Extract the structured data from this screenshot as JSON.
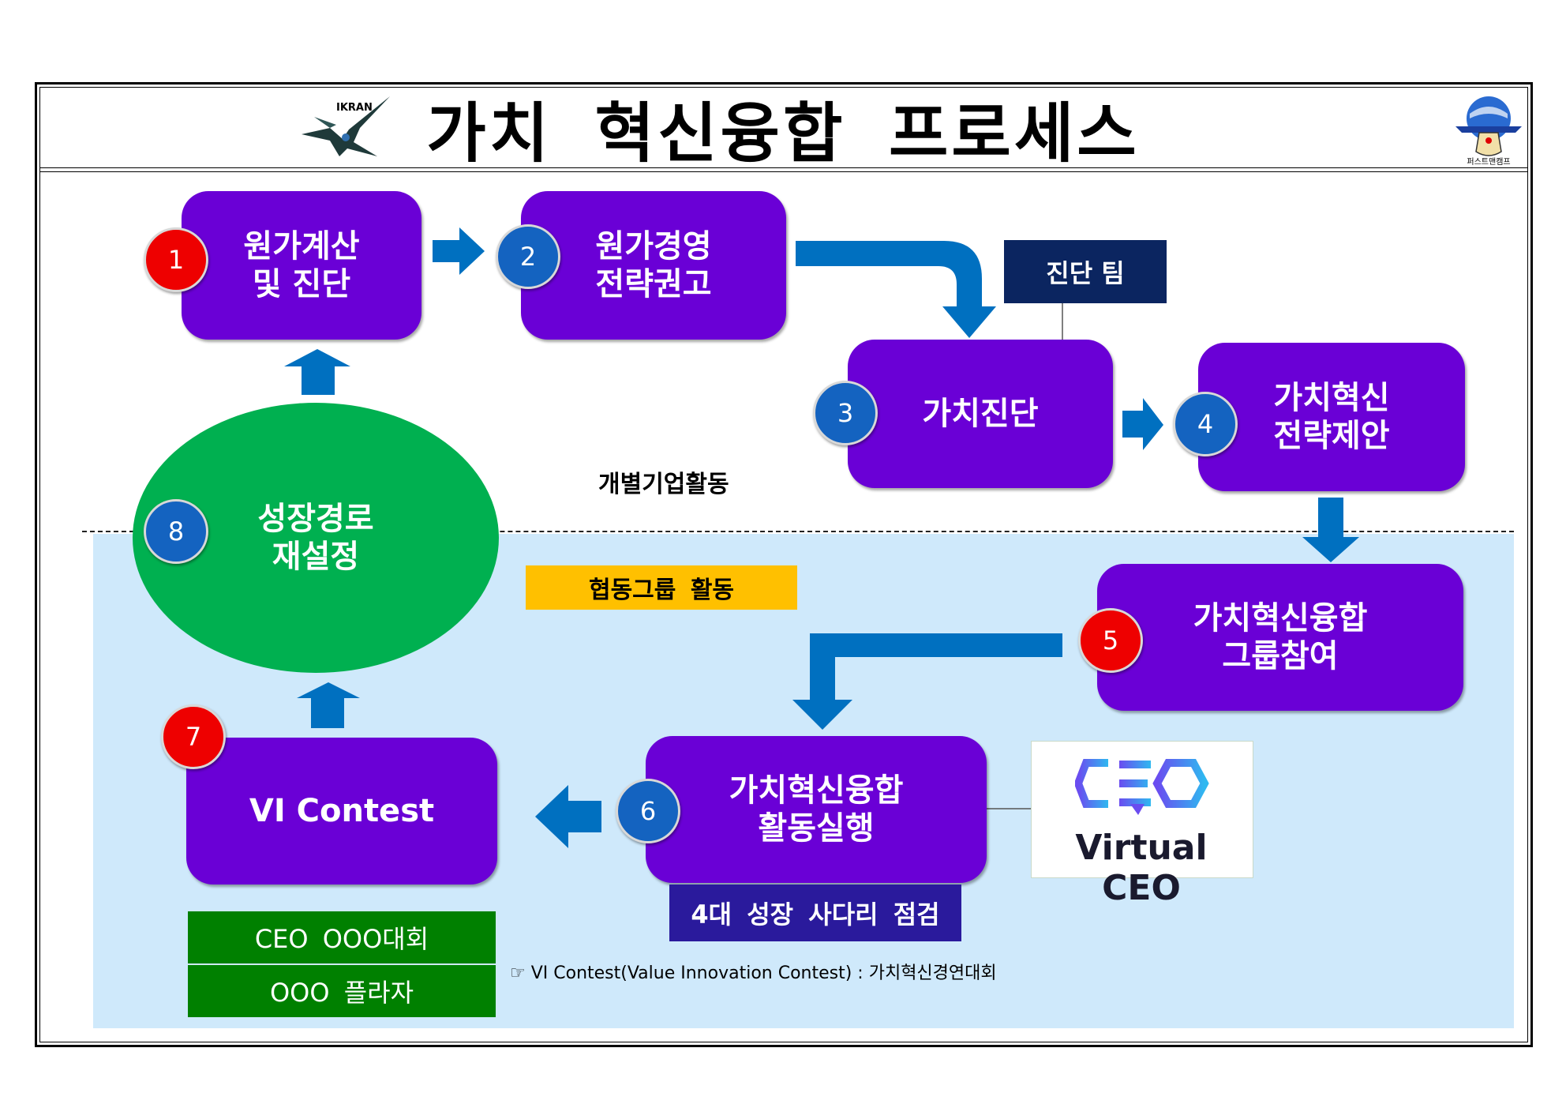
{
  "title": "가치 혁신융합 프로세스",
  "logo_left_text": "IKRAN",
  "logo_right_text": "퍼스트맨캠프",
  "steps": [
    {
      "number": "1",
      "label": "원가계산\n및 진단",
      "badge_color": "#ee0000"
    },
    {
      "number": "2",
      "label": "원가경영\n전략권고",
      "badge_color": "#1463c0"
    },
    {
      "number": "3",
      "label": "가치진단",
      "badge_color": "#1463c0"
    },
    {
      "number": "4",
      "label": "가치혁신\n전략제안",
      "badge_color": "#1463c0"
    },
    {
      "number": "5",
      "label": "가치혁신융합\n그룹참여",
      "badge_color": "#ee0000"
    },
    {
      "number": "6",
      "label": "가치혁신융합\n활동실행",
      "badge_color": "#1463c0"
    },
    {
      "number": "7",
      "label": "VI  Contest",
      "badge_color": "#ee0000"
    },
    {
      "number": "8",
      "label": "성장경로\n재설정",
      "badge_color": "#1463c0"
    }
  ],
  "labels": {
    "diagnosis_team": "진단 팀",
    "individual_activity": "개별기업활동",
    "group_activity": "협동그룹 활동",
    "growth_check": "4대 성장 사다리 점검",
    "contest_award": "CEO OOO대회",
    "platform": "OOO 플라자",
    "virtual_ceo": "Virtual CEO"
  },
  "note": "☞ VI Contest(Value Innovation Contest) : 가치혁신경연대회",
  "colors": {
    "box_purple": "#6a00d6",
    "arrow_blue": "#0070c0",
    "oval_green": "#00b050",
    "zone_blue": "#cfe9fb",
    "label_dark_navy": "#0b2560",
    "label_indigo": "#2a1a9c",
    "label_yellow": "#ffc000",
    "cell_green": "#008000"
  }
}
